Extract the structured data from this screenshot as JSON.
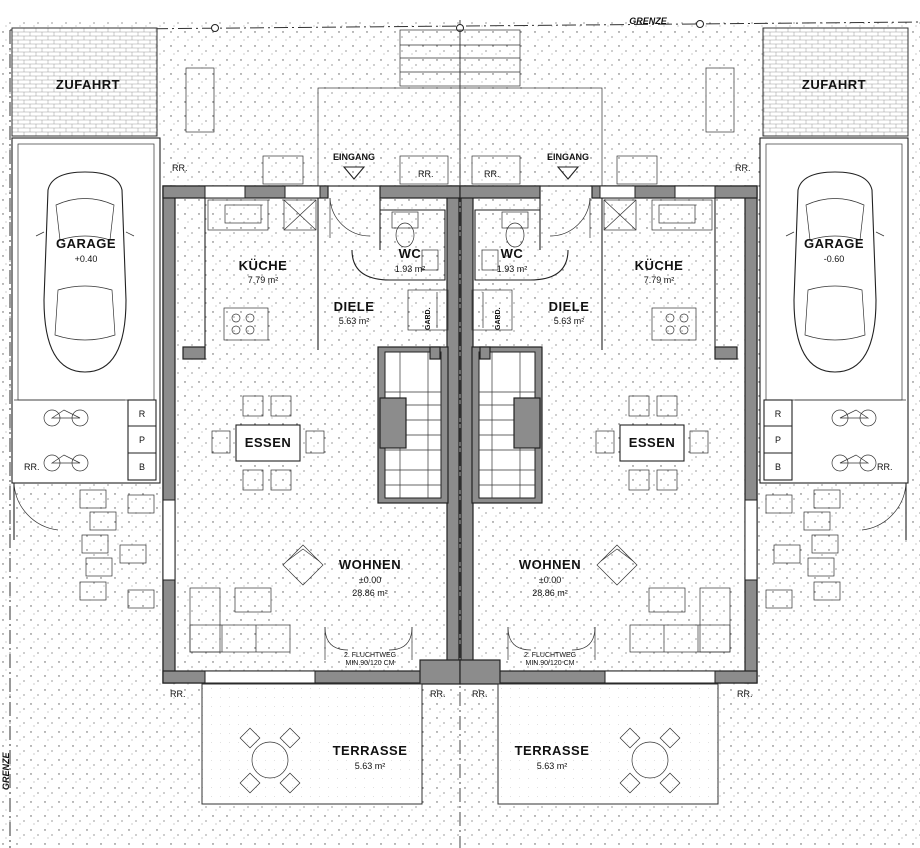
{
  "border_labels": {
    "top": "GRENZE",
    "left": "GRENZE"
  },
  "units": [
    {
      "id": "left",
      "zufahrt": "ZUFAHRT",
      "garage": {
        "name": "GARAGE",
        "level": "+0.40"
      },
      "storage": [
        "R",
        "P",
        "B"
      ],
      "kueche": {
        "name": "KÜCHE",
        "area": "7.79 m²"
      },
      "diele": {
        "name": "DIELE",
        "area": "5.63 m²"
      },
      "wc": {
        "name": "WC",
        "area": "1.93 m²"
      },
      "eingang": "EINGANG",
      "gard": "GARD.",
      "essen": "ESSEN",
      "wohnen": {
        "name": "WOHNEN",
        "level": "±0.00",
        "area": "28.86 m²"
      },
      "fluchtweg": [
        "2. FLUCHTWEG",
        "MIN.90/120 CM"
      ],
      "terrasse": {
        "name": "TERRASSE",
        "area": "5.63 m²"
      }
    },
    {
      "id": "right",
      "zufahrt": "ZUFAHRT",
      "garage": {
        "name": "GARAGE",
        "level": "-0.60"
      },
      "storage": [
        "R",
        "P",
        "B"
      ],
      "kueche": {
        "name": "KÜCHE",
        "area": "7.79 m²"
      },
      "diele": {
        "name": "DIELE",
        "area": "5.63 m²"
      },
      "wc": {
        "name": "WC",
        "area": "1.93 m²"
      },
      "eingang": "EINGANG",
      "gard": "GARD.",
      "essen": "ESSEN",
      "wohnen": {
        "name": "WOHNEN",
        "level": "±0.00",
        "area": "28.86 m²"
      },
      "fluchtweg": [
        "2. FLUCHTWEG",
        "MIN.90/120 CM"
      ],
      "terrasse": {
        "name": "TERRASSE",
        "area": "5.63 m²"
      }
    }
  ],
  "rr_label": "RR."
}
